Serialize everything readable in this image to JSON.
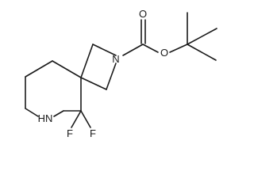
{
  "molecule": {
    "atoms": {
      "azetidine_n": "N",
      "carbonyl_o": "O",
      "ester_o": "O",
      "piperidine_nh": "HN",
      "fluorine_1": "F",
      "fluorine_2": "F"
    }
  }
}
